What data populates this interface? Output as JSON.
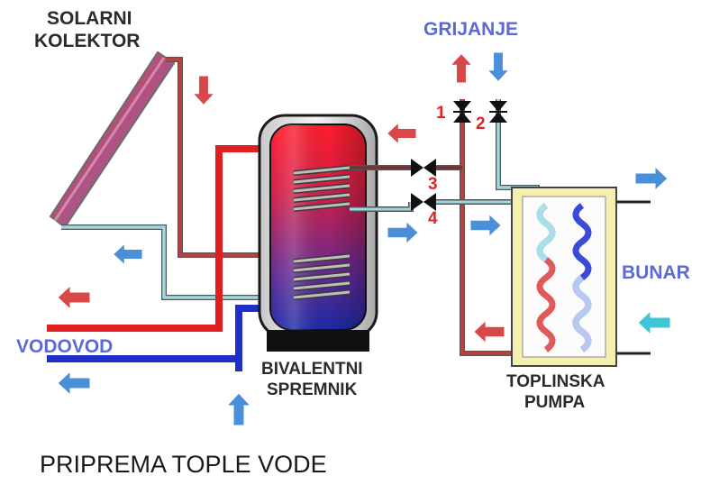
{
  "labels": {
    "solarni": "SOLARNI",
    "kolektor": "KOLEKTOR",
    "grijanje": "GRIJANJE",
    "bunar": "BUNAR",
    "vodovod": "VODOVOD",
    "bivalentni": "BIVALENTNI",
    "spremnik": "SPREMNIK",
    "toplinska": "TOPLINSKA",
    "pumpa": "PUMPA",
    "title": "PRIPREMA TOPLE VODE"
  },
  "valves": [
    "1",
    "2",
    "3",
    "4"
  ],
  "colors": {
    "hot": "#e02020",
    "cold": "#1e2fc8",
    "pipe_return": "#9fd8df",
    "arrow_hot": "#d94848",
    "arrow_cold": "#4a8fd8",
    "arrow_cyan": "#40c4d8",
    "tank_outline": "#111111",
    "pump_frame": "#f5f0b0",
    "label_dark": "#2b2b2b",
    "label_blue": "#5b6ad6",
    "valve_number": "#e02424"
  },
  "icons": [
    "arrow-right-icon",
    "arrow-left-icon",
    "arrow-up-icon",
    "arrow-down-icon",
    "valve-icon"
  ]
}
